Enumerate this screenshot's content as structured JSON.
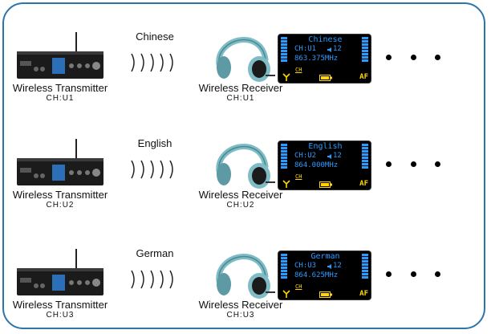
{
  "channels": [
    {
      "language": "Chinese",
      "transmitter_label": "Wireless Transmitter",
      "transmitter_channel": "CH:U1",
      "receiver_label": "Wireless Receiver",
      "receiver_channel": "CH:U1",
      "screen": {
        "language": "Chinese",
        "channel": "CH:U1",
        "volume": "12",
        "frequency": "863.375MHz",
        "ch_tag": "CH",
        "af": "AF"
      }
    },
    {
      "language": "English",
      "transmitter_label": "Wireless Transmitter",
      "transmitter_channel": "CH:U2",
      "receiver_label": "Wireless Receiver",
      "receiver_channel": "CH:U2",
      "screen": {
        "language": "English",
        "channel": "CH:U2",
        "volume": "12",
        "frequency": "864.000MHz",
        "ch_tag": "CH",
        "af": "AF"
      }
    },
    {
      "language": "German",
      "transmitter_label": "Wireless Transmitter",
      "transmitter_channel": "CH:U3",
      "receiver_label": "Wireless Receiver",
      "receiver_channel": "CH:U3",
      "screen": {
        "language": "German",
        "channel": "CH:U3",
        "volume": "12",
        "frequency": "864.625MHz",
        "ch_tag": "CH",
        "af": "AF"
      }
    }
  ],
  "colors": {
    "frame": "#2f74a8",
    "lcd_text": "#2a9bff",
    "lcd_accent": "#ffd60a",
    "headphone": "#7fbcc6"
  },
  "icons": [
    "radio-waves-icon",
    "headphones-icon",
    "antenna-icon",
    "battery-icon",
    "speaker-icon",
    "ellipsis-dots-icon"
  ]
}
